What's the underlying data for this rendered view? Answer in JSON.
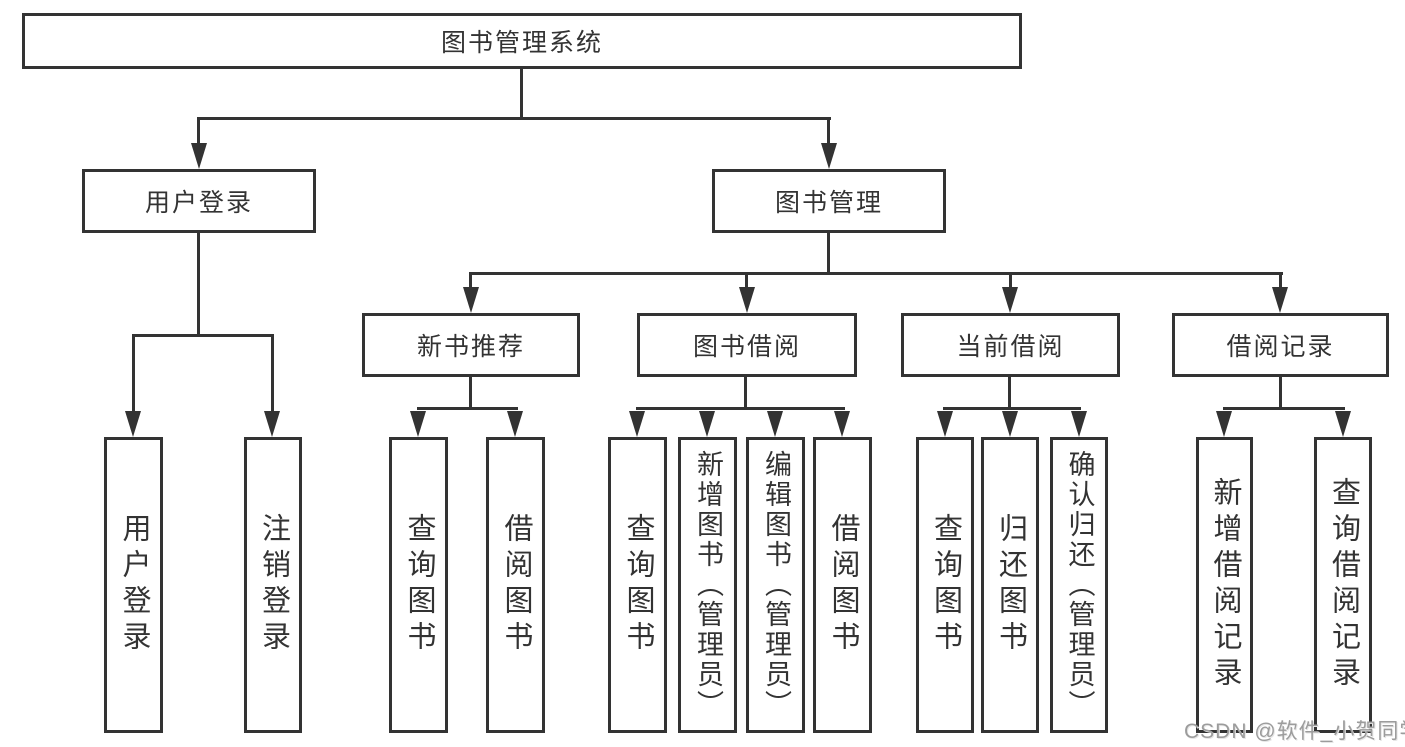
{
  "diagram": {
    "root": {
      "label": "图书管理系统"
    },
    "user_login": {
      "label": "用户登录",
      "children": {
        "login": {
          "label": "用户登录"
        },
        "logout": {
          "label": "注销登录"
        }
      }
    },
    "book_mgmt": {
      "label": "图书管理",
      "children": {
        "new_book_rec": {
          "label": "新书推荐",
          "children": {
            "query_book": {
              "label": "查询图书"
            },
            "borrow_book": {
              "label": "借阅图书"
            }
          }
        },
        "book_borrow": {
          "label": "图书借阅",
          "children": {
            "query_book": {
              "label": "查询图书"
            },
            "add_book": {
              "label": "新增图书（管理员）"
            },
            "edit_book": {
              "label": "编辑图书（管理员）"
            },
            "borrow_book": {
              "label": "借阅图书"
            }
          }
        },
        "current_borrow": {
          "label": "当前借阅",
          "children": {
            "query_book": {
              "label": "查询图书"
            },
            "return_book": {
              "label": "归还图书"
            },
            "confirm_return": {
              "label": "确认归还（管理员）"
            }
          }
        },
        "borrow_record": {
          "label": "借阅记录",
          "children": {
            "add_record": {
              "label": "新增借阅记录"
            },
            "query_record": {
              "label": "查询借阅记录"
            }
          }
        }
      }
    }
  },
  "watermark": {
    "text": "CSDN @软件_小贺同学"
  },
  "colors": {
    "line": "#333333",
    "box_border": "#333333",
    "box_background": "#ffffff",
    "text": "#333333",
    "watermark": "#9c9c9c"
  }
}
